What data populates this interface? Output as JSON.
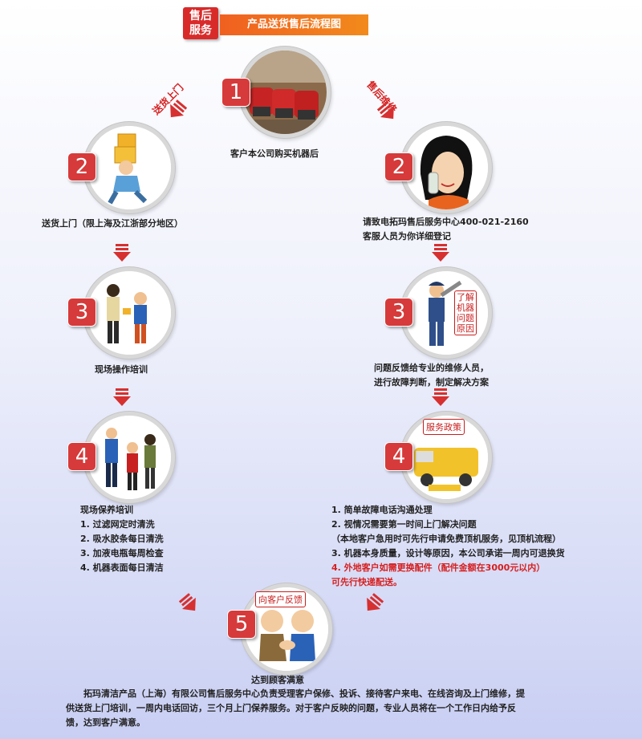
{
  "header": {
    "tag": "售后\n服务",
    "tag_line1": "售后",
    "tag_line2": "服务",
    "title": "产品送货售后流程图"
  },
  "diag_labels": {
    "left": "送货上门",
    "right": "售后维修"
  },
  "step1": {
    "num": "1",
    "caption": "客户本公司购买机器后"
  },
  "left": {
    "step2": {
      "num": "2",
      "caption": "送货上门（限上海及江浙部分地区）"
    },
    "step3": {
      "num": "3",
      "caption": "现场操作培训"
    },
    "step4": {
      "num": "4",
      "title": "现场保养培训",
      "items": [
        "1. 过滤网定时清洗",
        "2. 吸水胶条每日清洗",
        "3. 加液电瓶每周检查",
        "4. 机器表面每日清洁"
      ]
    }
  },
  "right": {
    "step2": {
      "num": "2",
      "line1": "请致电拓玛售后服务中心400-021-2160",
      "line2": "客服人员为你详细登记"
    },
    "step3": {
      "num": "3",
      "badge": [
        "了解",
        "机器",
        "问题",
        "原因"
      ],
      "line1": "问题反馈给专业的维修人员，",
      "line2": "进行故障判断，制定解决方案"
    },
    "step4": {
      "num": "4",
      "badge": "服务政策",
      "items": [
        "1. 简单故障电话沟通处理",
        "2. 视情况需要第一时间上门解决问题",
        "（本地客户急用时可先行申请免费顶机服务，见顶机流程）",
        "3. 机器本身质量，设计等原因，本公司承诺一周内可退换货"
      ],
      "red_item": "4. 外地客户如需更换配件（配件金额在3000元以内）",
      "last_item": "可先行快递配送。"
    }
  },
  "step5": {
    "num": "5",
    "badge": "向客户反馈",
    "caption": "达到顾客满意"
  },
  "footer": "拓玛清洁产品（上海）有限公司售后服务中心负责受理客户保修、投诉、接待客户来电、在线咨询及上门维修，提供送货上门培训，一周内电话回访，三个月上门保养服务。对于客户反映的问题，专业人员将在一个工作日内给予反馈，达到客户满意。"
}
